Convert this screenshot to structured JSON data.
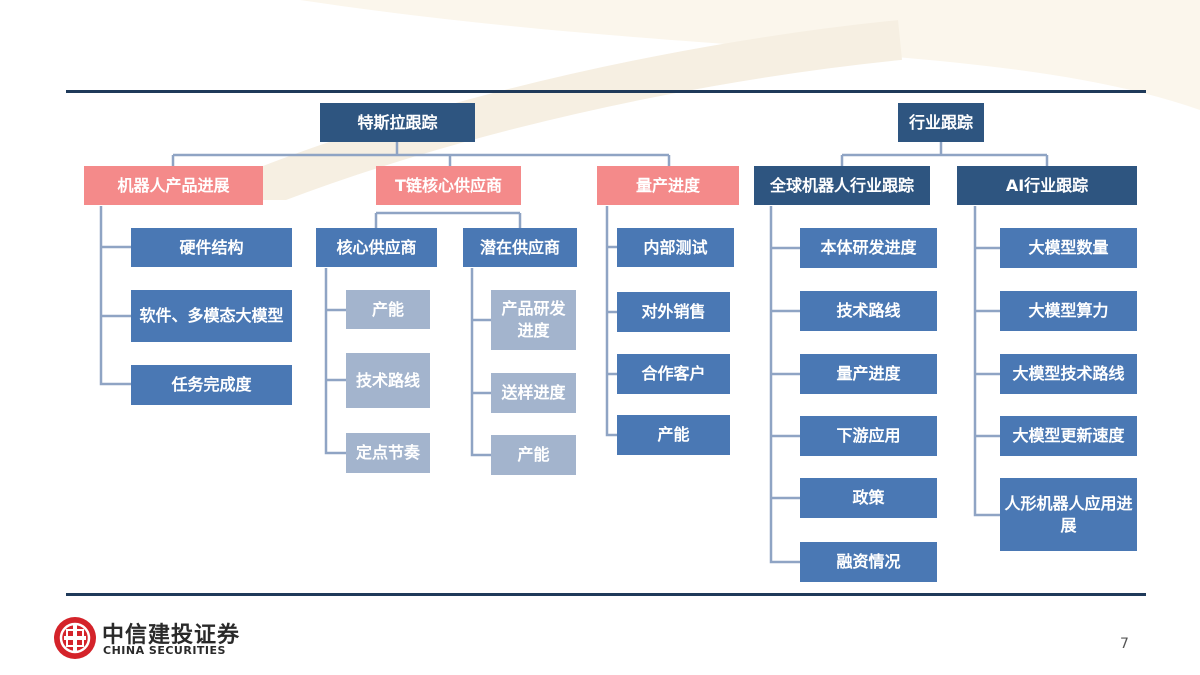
{
  "diagram": {
    "tesla_tracking": "特斯拉跟踪",
    "industry_tracking": "行业跟踪",
    "robot_progress": {
      "label": "机器人产品进展",
      "items": [
        "硬件结构",
        "软件、多模态大模型",
        "任务完成度"
      ]
    },
    "t_chain": {
      "label": "T链核心供应商",
      "core": {
        "label": "核心供应商",
        "items": [
          "产能",
          "技术路线",
          "定点节奏"
        ]
      },
      "potential": {
        "label": "潜在供应商",
        "items": [
          "产品研发进度",
          "送样进度",
          "产能"
        ]
      }
    },
    "mass_production": {
      "label": "量产进度",
      "items": [
        "内部测试",
        "对外销售",
        "合作客户",
        "产能"
      ]
    },
    "global_robot": {
      "label": "全球机器人行业跟踪",
      "items": [
        "本体研发进度",
        "技术路线",
        "量产进度",
        "下游应用",
        "政策",
        "融资情况"
      ]
    },
    "ai_industry": {
      "label": "AI行业跟踪",
      "items": [
        "大模型数量",
        "大模型算力",
        "大模型技术路线",
        "大模型更新速度",
        "人形机器人应用进展"
      ]
    }
  },
  "footer": {
    "company_cn": "中信建投证券",
    "company_en": "CHINA SECURITIES",
    "page_number": "7"
  },
  "colors": {
    "dark_blue": "#2e5580",
    "mid_blue": "#4a78b4",
    "pink": "#f48a8a",
    "light_blue": "#a3b4cd",
    "connector": "#8fa4c4",
    "rule": "#1f3a5a",
    "logo_red": "#d4232a"
  }
}
